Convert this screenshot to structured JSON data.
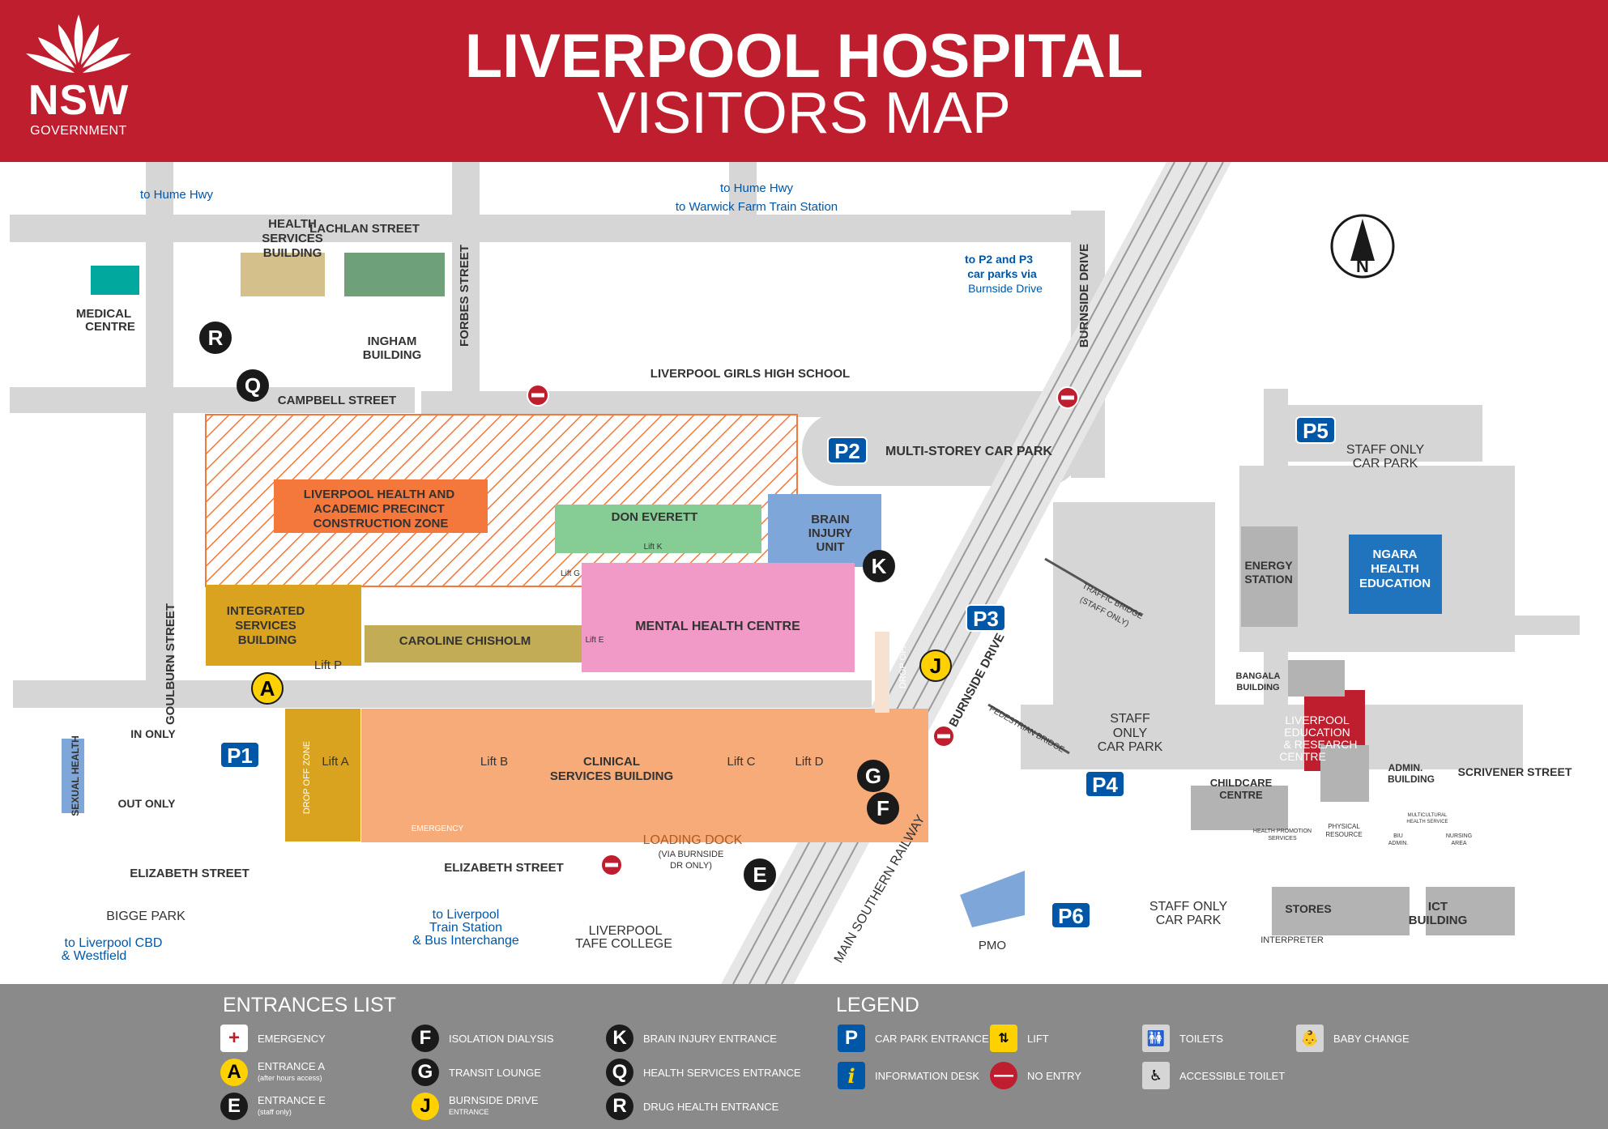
{
  "header": {
    "logo_text": "NSW",
    "logo_subtext": "GOVERNMENT",
    "title_line1": "LIVERPOOL HOSPITAL",
    "title_line2": "VISITORS MAP"
  },
  "colors": {
    "brand_red": "#be1e2d",
    "road_grey": "#d6d6d6",
    "building_grey": "#b3b3b3",
    "construction_orange": "#f4773b",
    "clinical_orange": "#f7ab78",
    "isb_gold": "#d9a31f",
    "mental_health_pink": "#f19ac8",
    "don_everett_green": "#86cc95",
    "brain_injury_blue": "#7fa6d8",
    "caroline_olive": "#c2ac56",
    "ngara_blue": "#1f74bd",
    "medical_centre_teal": "#00a89d",
    "parking_blue": "#0057a8",
    "lift_yellow": "#ffd100"
  },
  "map": {
    "directions": {
      "hume_hwy_left": "to Hume Hwy",
      "hume_hwy_center": "to Hume Hwy",
      "warwick_farm": "to Warwick Farm Train Station",
      "p2_p3_line1": "to P2 and P3",
      "p2_p3_line2": "car parks via",
      "p2_p3_line3": "Burnside Drive",
      "liverpool_train_line1": "to Liverpool",
      "liverpool_train_line2": "Train Station",
      "liverpool_train_line3": "& Bus Interchange",
      "cbd_line1": "to Liverpool CBD",
      "cbd_line2": "& Westfield"
    },
    "streets": {
      "lachlan": "LACHLAN STREET",
      "campbell": "CAMPBELL STREET",
      "forbes": "FORBES STREET",
      "burnside": "BURNSIDE DRIVE",
      "burnside_lower": "BURNSIDE DRIVE",
      "goulburn": "GOULBURN STREET",
      "elizabeth_left": "ELIZABETH STREET",
      "elizabeth_right": "ELIZABETH STREET",
      "scrivener": "SCRIVENER STREET"
    },
    "places": {
      "health_services_1": "HEALTH",
      "health_services_2": "SERVICES",
      "health_services_3": "BUILDING",
      "medical_centre_1": "MEDICAL",
      "medical_centre_2": "CENTRE",
      "ingham_1": "INGHAM",
      "ingham_2": "BUILDING",
      "girls_high": "LIVERPOOL GIRLS HIGH SCHOOL",
      "construction_1": "LIVERPOOL HEALTH AND",
      "construction_2": "ACADEMIC PRECINCT",
      "construction_3": "CONSTRUCTION ZONE",
      "multi_storey": "MULTI-STOREY CAR PARK",
      "don_everett": "DON  EVERETT",
      "brain_1": "BRAIN",
      "brain_2": "INJURY",
      "brain_3": "UNIT",
      "isb_1": "INTEGRATED",
      "isb_2": "SERVICES",
      "isb_3": "BUILDING",
      "mental_health": "MENTAL HEALTH CENTRE",
      "caroline": "CAROLINE CHISHOLM",
      "clinical_1": "CLINICAL",
      "clinical_2": "SERVICES BUILDING",
      "emergency": "EMERGENCY",
      "loading_dock": "LOADING DOCK",
      "loading_dock_sub1": "(VIA BURNSIDE",
      "loading_dock_sub2": "DR ONLY)",
      "drop_off": "DROP OFF ZONE",
      "drop_off_2": "DROP OFF ZONE",
      "in_only": "IN ONLY",
      "out_only": "OUT ONLY",
      "sexual_health": "SEXUAL HEALTH",
      "bigge_park": "BIGGE PARK",
      "tafe_1": "LIVERPOOL",
      "tafe_2": "TAFE COLLEGE",
      "railway": "MAIN SOUTHERN RAILWAY",
      "traffic_bridge_1": "TRAFFIC BRIDGE",
      "traffic_bridge_2": "(STAFF ONLY)",
      "pedestrian_bridge": "PEDESTRIAN BRIDGE",
      "staff_p4_1": "STAFF",
      "staff_p4_2": "ONLY",
      "staff_p4_3": "CAR PARK",
      "staff_p5_1": "STAFF ONLY",
      "staff_p5_2": "CAR PARK",
      "staff_p6_1": "STAFF ONLY",
      "staff_p6_2": "CAR PARK",
      "energy_1": "ENERGY",
      "energy_2": "STATION",
      "ngara_1": "NGARA",
      "ngara_2": "HEALTH",
      "ngara_3": "EDUCATION",
      "bangala_1": "BANGALA",
      "bangala_2": "BUILDING",
      "lerc_1": "LIVERPOOL",
      "lerc_2": "EDUCATION",
      "lerc_3": "& RESEARCH",
      "lerc_4": "CENTRE",
      "admin_1": "ADMIN.",
      "admin_2": "BUILDING",
      "childcare_1": "CHILDCARE",
      "childcare_2": "CENTRE",
      "health_promo_1": "HEALTH PROMOTION",
      "health_promo_2": "SERVICES",
      "physical_1": "PHYSICAL",
      "physical_2": "RESOURCE",
      "multicultural_1": "MULTICULTURAL",
      "multicultural_2": "HEALTH SERVICE",
      "biu_1": "BIU",
      "biu_2": "ADMIN.",
      "nursing_1": "NURSING",
      "nursing_2": "AREA",
      "stores": "STORES",
      "interpreter": "INTERPRETER",
      "ict_1": "ICT",
      "ict_2": "BUILDING",
      "pmo": "PMO"
    },
    "lifts": {
      "p": "Lift P",
      "a": "Lift A",
      "b": "Lift B",
      "c": "Lift C",
      "d": "Lift D",
      "e": "Lift E",
      "g": "Lift G",
      "k": "Lift K"
    },
    "car_parks": {
      "p1": "P1",
      "p2": "P2",
      "p3": "P3",
      "p4": "P4",
      "p5": "P5",
      "p6": "P6"
    },
    "entrances": {
      "a": "A",
      "e": "E",
      "f": "F",
      "g": "G",
      "j": "J",
      "k": "K",
      "q": "Q",
      "r": "R"
    },
    "compass": "N"
  },
  "entrances_list": {
    "title": "ENTRANCES LIST",
    "items": [
      {
        "letter": "+",
        "label": "EMERGENCY",
        "sub": ""
      },
      {
        "letter": "A",
        "label": "ENTRANCE A",
        "sub": "(after hours access)"
      },
      {
        "letter": "E",
        "label": "ENTRANCE E",
        "sub": "(staff only)"
      },
      {
        "letter": "F",
        "label": "ISOLATION DIALYSIS",
        "sub": ""
      },
      {
        "letter": "G",
        "label": "TRANSIT LOUNGE",
        "sub": ""
      },
      {
        "letter": "J",
        "label": "BURNSIDE DRIVE",
        "sub": "ENTRANCE"
      },
      {
        "letter": "K",
        "label": "BRAIN INJURY ENTRANCE",
        "sub": ""
      },
      {
        "letter": "Q",
        "label": "HEALTH SERVICES ENTRANCE",
        "sub": ""
      },
      {
        "letter": "R",
        "label": "DRUG HEALTH ENTRANCE",
        "sub": ""
      }
    ]
  },
  "legend": {
    "title": "LEGEND",
    "items": [
      {
        "icon": "P",
        "label": "CAR PARK ENTRANCE"
      },
      {
        "icon": "i",
        "label": "INFORMATION DESK"
      },
      {
        "icon": "lift-icon",
        "label": "LIFT"
      },
      {
        "icon": "no-entry-icon",
        "label": "NO ENTRY"
      },
      {
        "icon": "toilets-icon",
        "label": "TOILETS"
      },
      {
        "icon": "accessible-toilet-icon",
        "label": "ACCESSIBLE TOILET"
      },
      {
        "icon": "baby-change-icon",
        "label": "BABY CHANGE"
      }
    ]
  }
}
